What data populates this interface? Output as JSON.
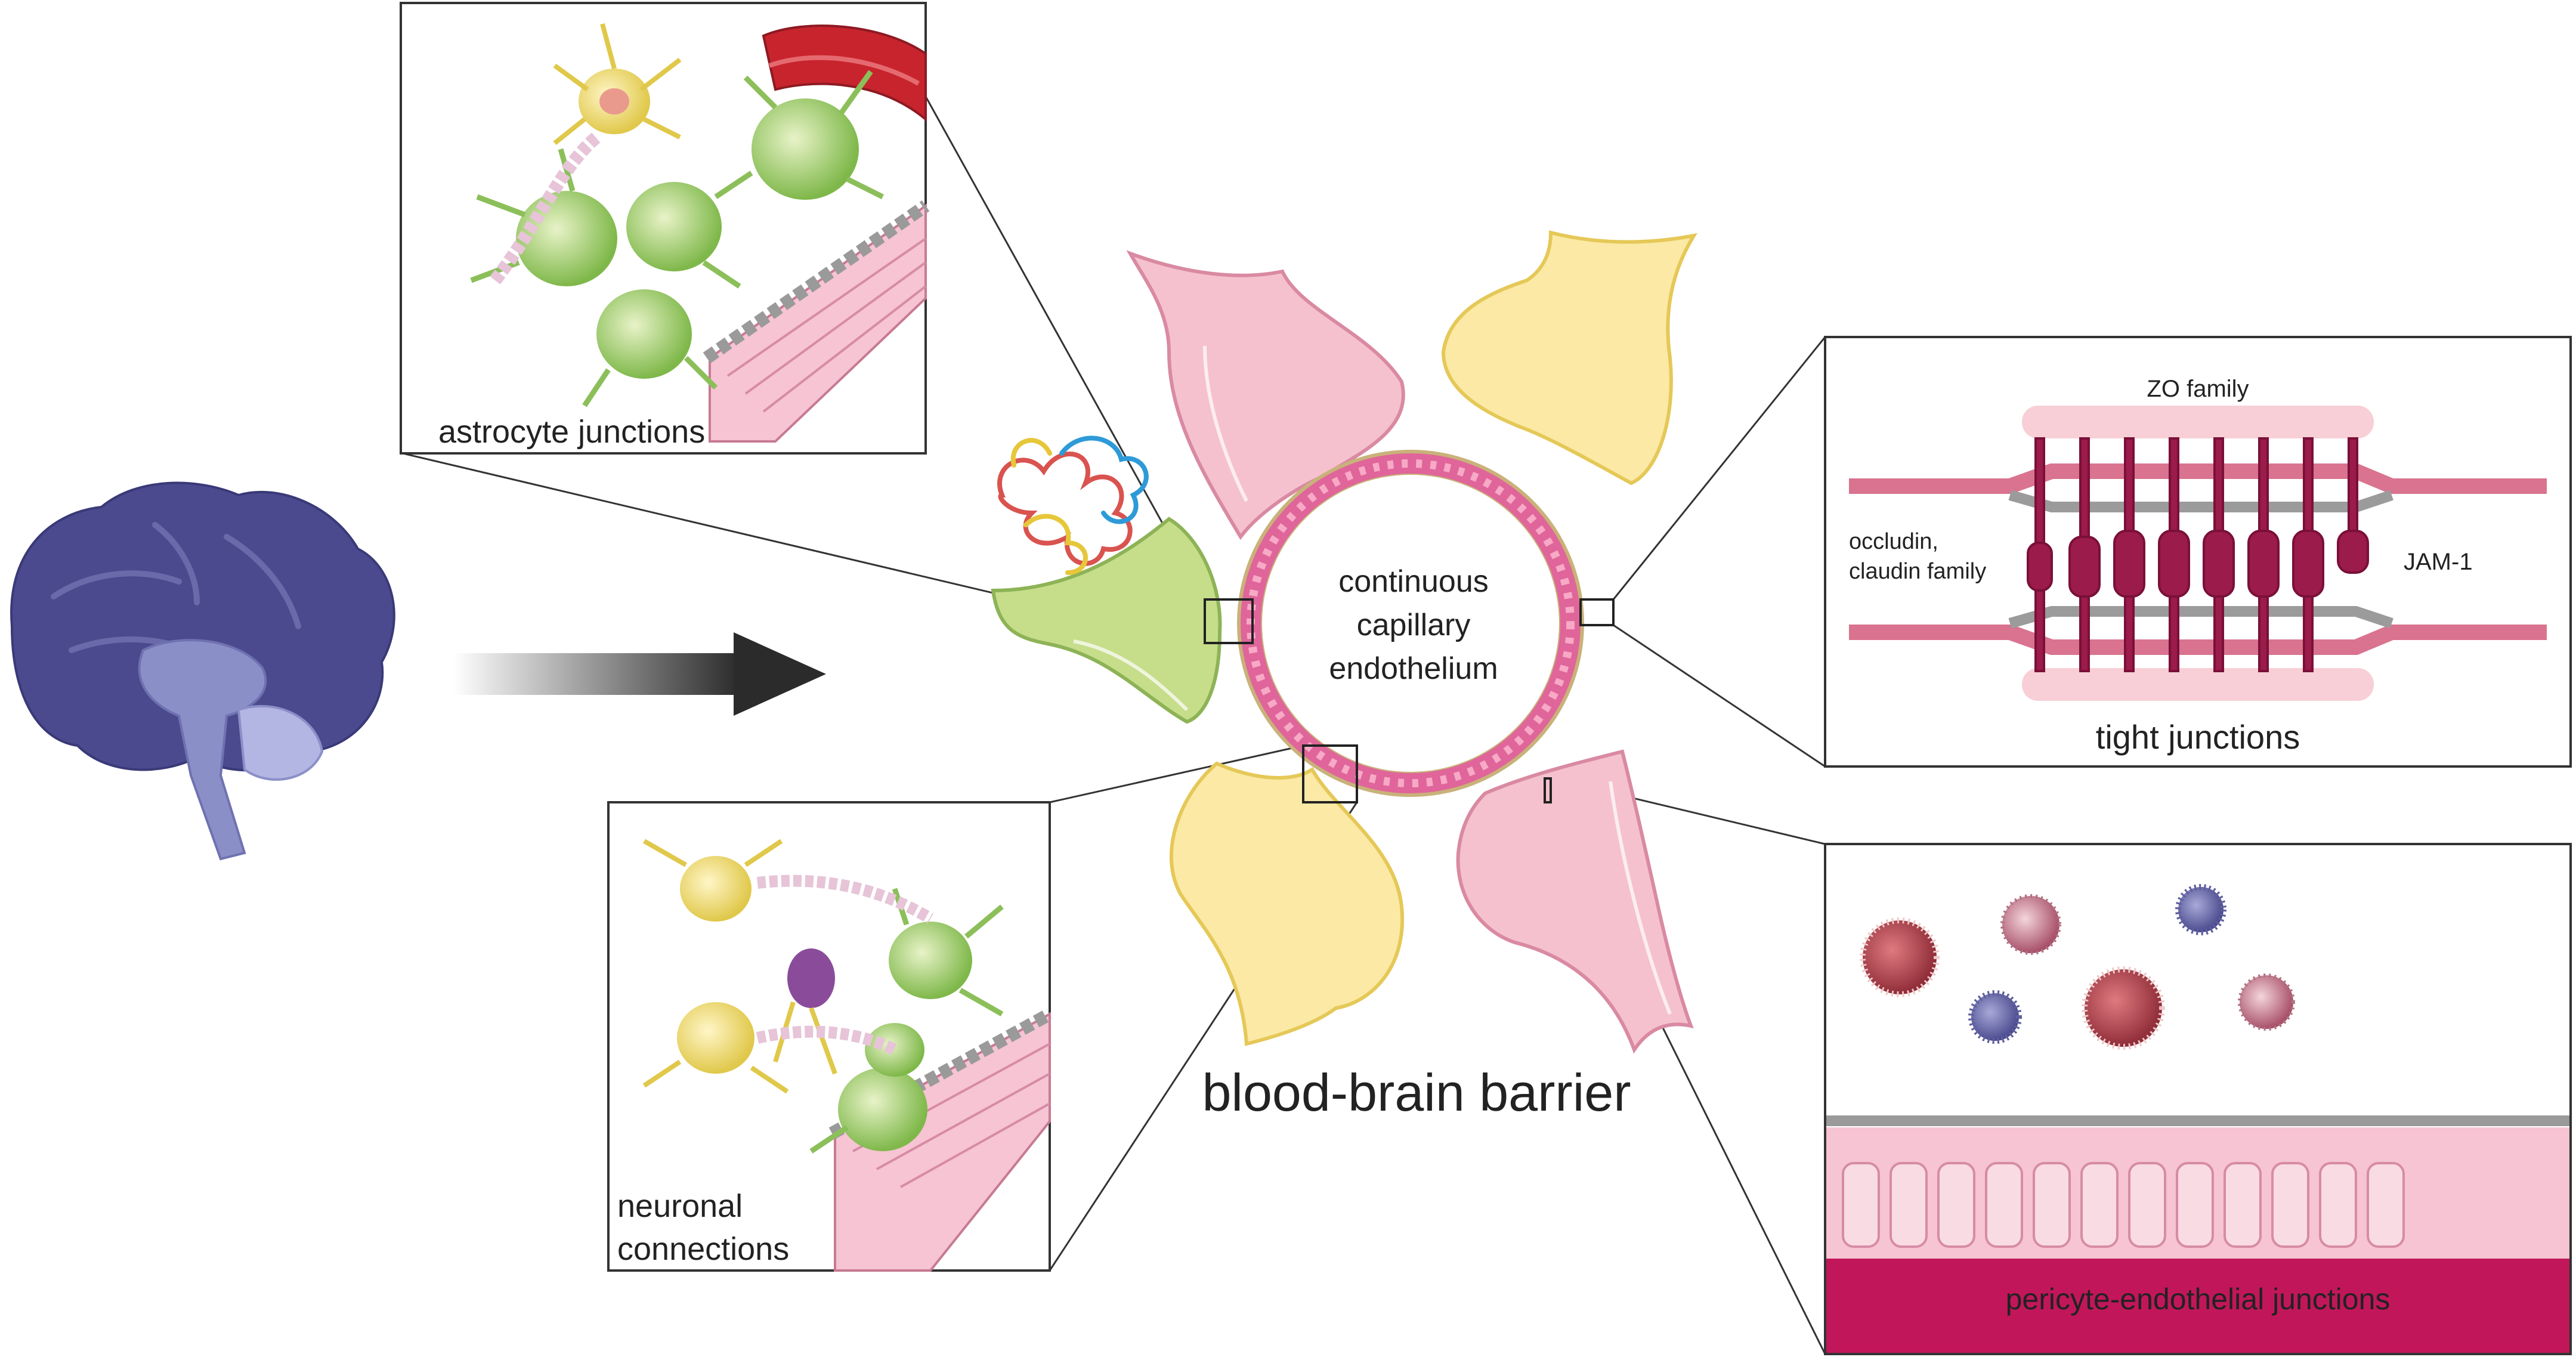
{
  "center": {
    "lines": [
      "continuous",
      "capillary",
      "endothelium"
    ],
    "title": "blood-brain barrier"
  },
  "panels": {
    "astrocyte": {
      "label": "astrocyte junctions"
    },
    "neuronal": {
      "lines": [
        "neuronal",
        "connections"
      ]
    },
    "tight": {
      "title": "tight junctions",
      "top_label": "ZO family",
      "left_lines": [
        "occludin,",
        "claudin family"
      ],
      "right_label": "JAM-1"
    },
    "pericyte": {
      "label": "pericyte-endothelial junctions"
    }
  },
  "colors": {
    "brain": "#4b4a8e",
    "astrocyte_green": "#8cbf5a",
    "neuron_yellow": "#ece07a",
    "pericyte_pink": "#f3b8c6",
    "endothelium": "#d83a72",
    "junction": "#9b1b4b",
    "pericyte_bar": "#c1175a"
  },
  "icons": [
    "brain-icon",
    "arrow-icon",
    "rna-coil-icon",
    "virus-particle-icon"
  ]
}
